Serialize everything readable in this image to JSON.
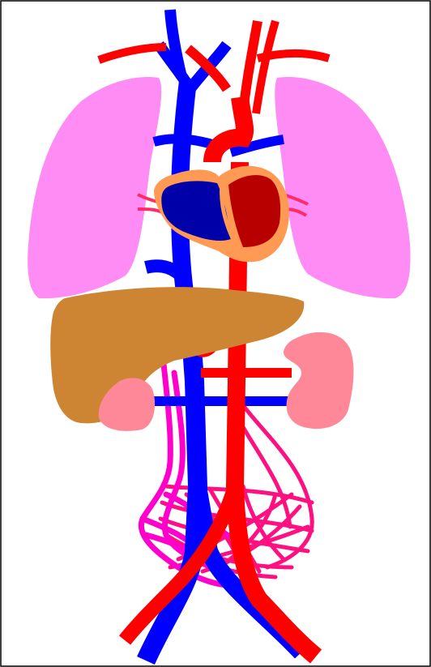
{
  "diagram": {
    "colors": {
      "frame": "#000000",
      "background": "#ffffff",
      "vein": "#0000ff",
      "artery": "#ff0000",
      "pulmonary_vein_branch": "#0044ff",
      "lung": "#ff8cf5",
      "heart_outline": "#ff9a55",
      "heart_right": "#0000a8",
      "heart_left": "#b80000",
      "liver": "#cd8534",
      "kidney": "#ff8898",
      "portal_system": "#ff00cc",
      "capillary_network": "#ff1080",
      "coronary": "#ff2a6a"
    },
    "parts": [
      "lung-left",
      "lung-right",
      "heart",
      "liver",
      "kidney-left",
      "kidney-right",
      "aorta",
      "vena-cava",
      "portal-vessels",
      "capillary-network"
    ]
  }
}
